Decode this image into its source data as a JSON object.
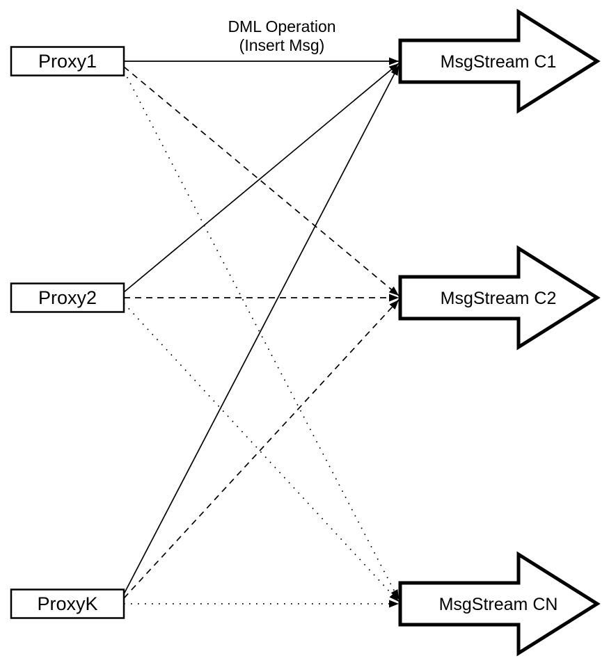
{
  "diagram": {
    "title": {
      "line1": "DML Operation",
      "line2": "(Insert Msg)"
    },
    "proxies": [
      {
        "id": "proxy1",
        "label": "Proxy1"
      },
      {
        "id": "proxy2",
        "label": "Proxy2"
      },
      {
        "id": "proxyk",
        "label": "ProxyK"
      }
    ],
    "streams": [
      {
        "id": "c1",
        "label": "MsgStream C1"
      },
      {
        "id": "c2",
        "label": "MsgStream C2"
      },
      {
        "id": "cn",
        "label": "MsgStream CN"
      }
    ],
    "edges": [
      {
        "from": "proxy1",
        "to": "c1",
        "style": "solid"
      },
      {
        "from": "proxy1",
        "to": "c2",
        "style": "dashed"
      },
      {
        "from": "proxy1",
        "to": "cn",
        "style": "dotted"
      },
      {
        "from": "proxy2",
        "to": "c1",
        "style": "solid"
      },
      {
        "from": "proxy2",
        "to": "c2",
        "style": "dashed"
      },
      {
        "from": "proxy2",
        "to": "cn",
        "style": "dotted"
      },
      {
        "from": "proxyk",
        "to": "c1",
        "style": "solid"
      },
      {
        "from": "proxyk",
        "to": "c2",
        "style": "dashed"
      },
      {
        "from": "proxyk",
        "to": "cn",
        "style": "dotted"
      }
    ],
    "colors": {
      "stroke": "#000000",
      "node_fill": "#ffffff",
      "background": "#ffffff"
    }
  }
}
